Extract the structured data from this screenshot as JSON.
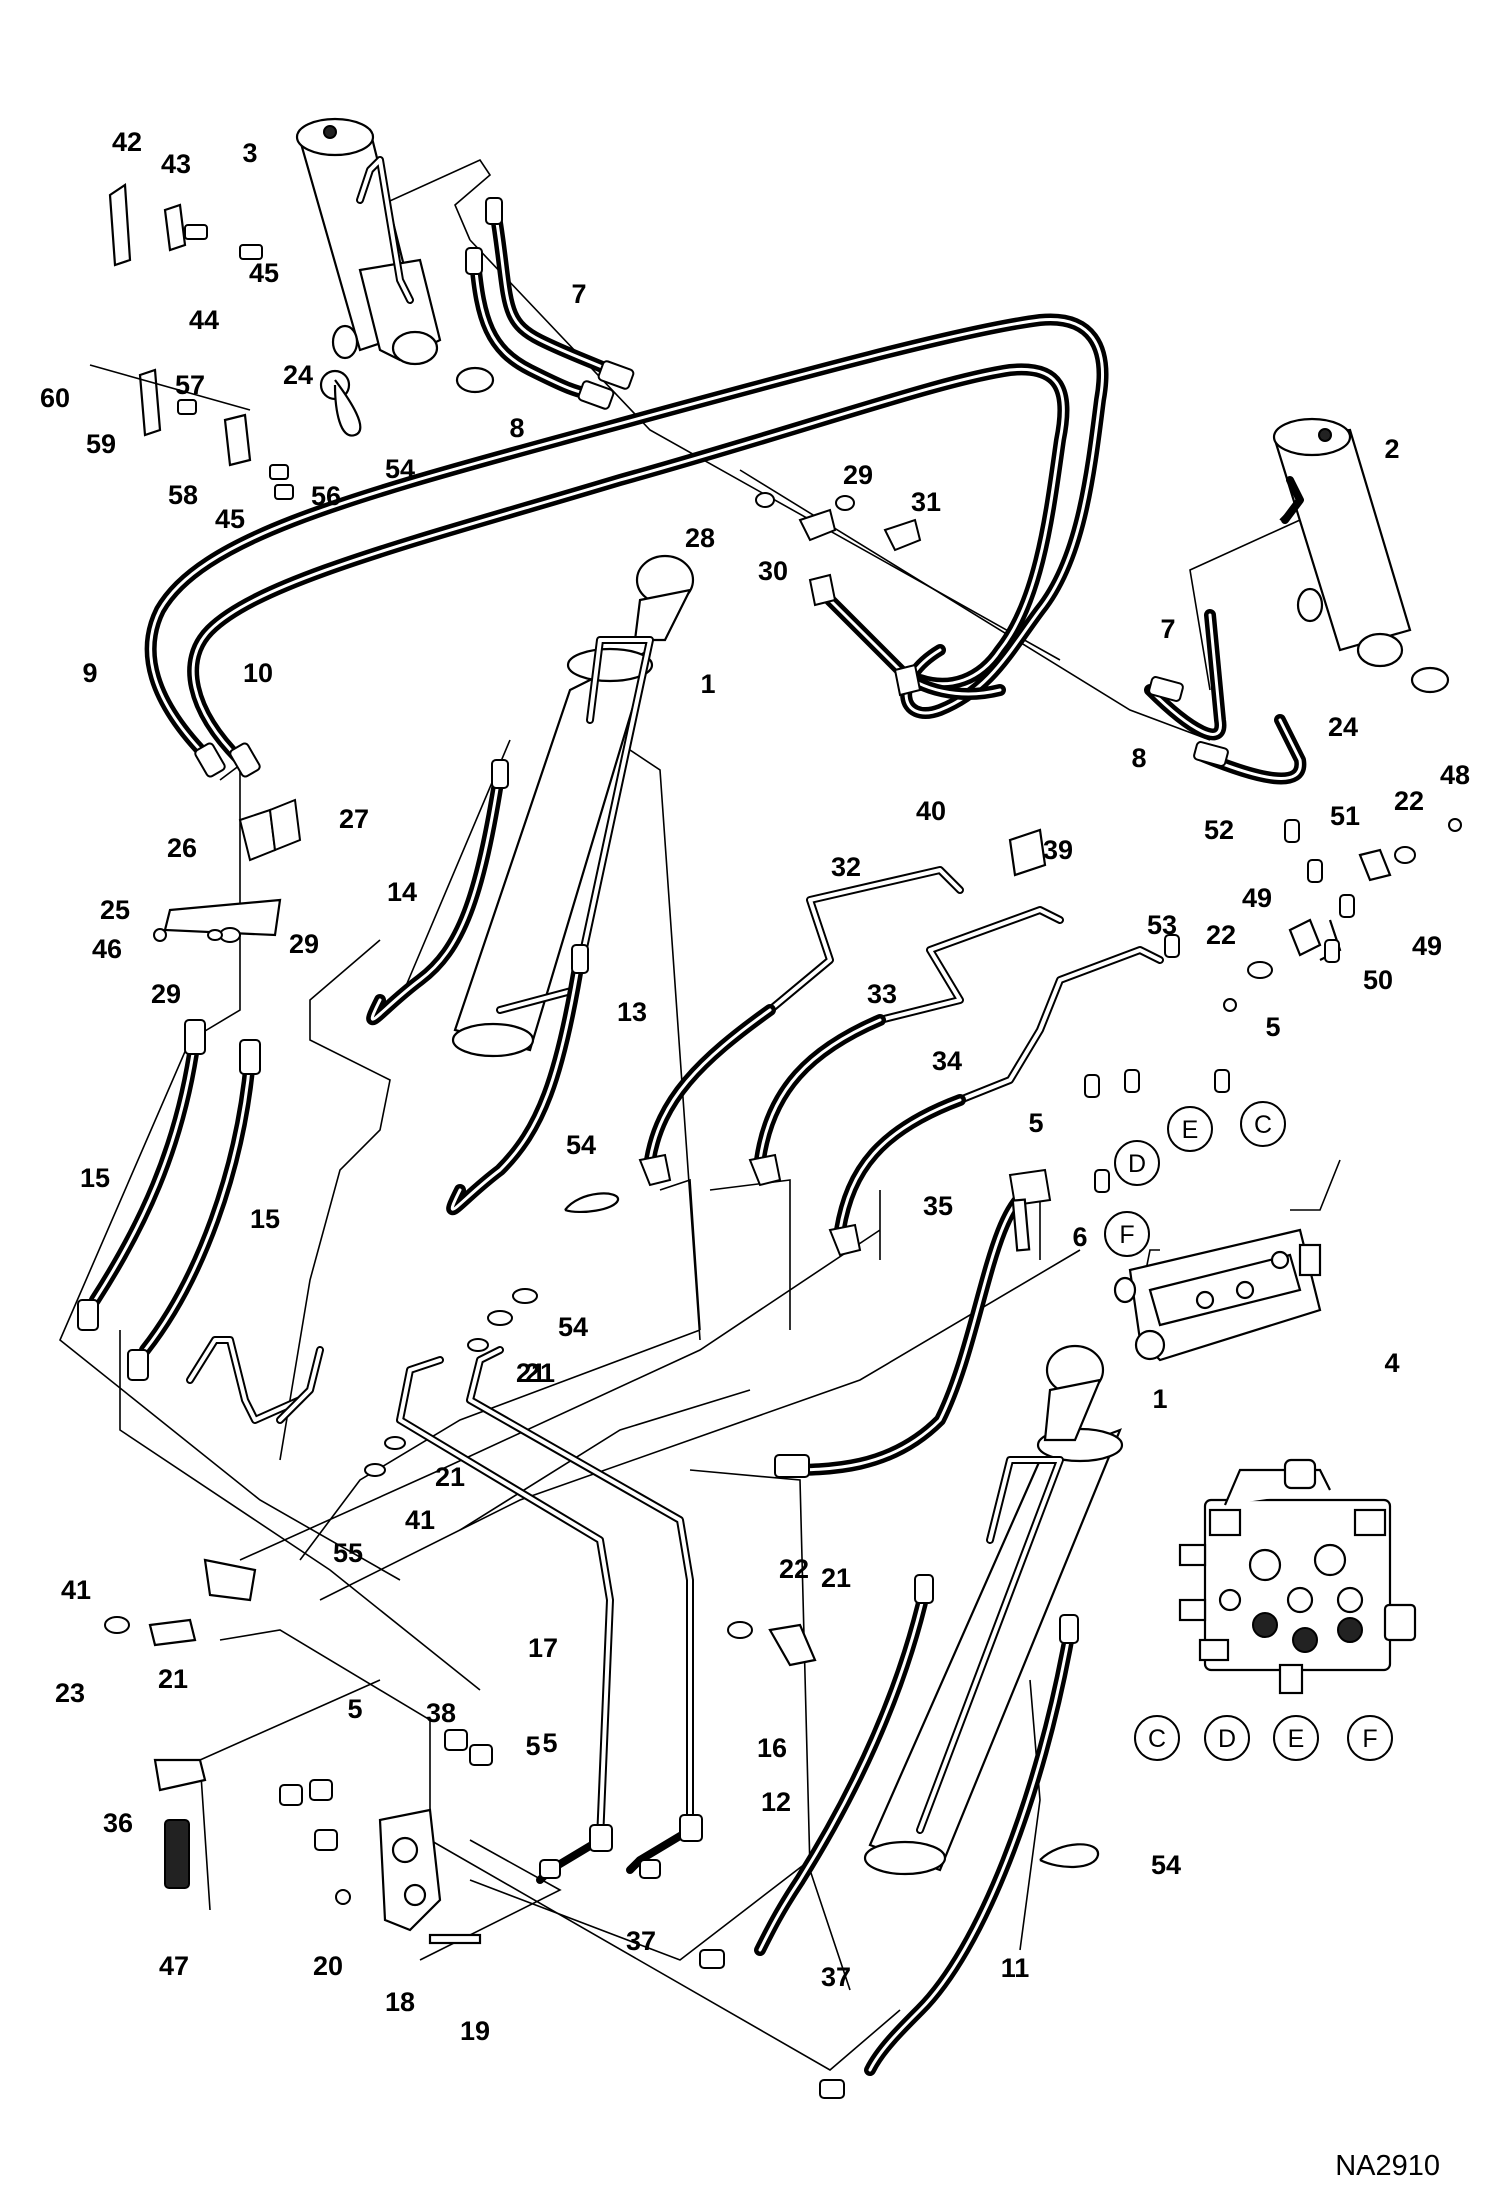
{
  "callouts": [
    "1",
    "1",
    "2",
    "3",
    "4",
    "5",
    "5",
    "5",
    "5",
    "5",
    "6",
    "7",
    "7",
    "8",
    "8",
    "9",
    "10",
    "11",
    "12",
    "13",
    "14",
    "15",
    "15",
    "16",
    "17",
    "18",
    "19",
    "20",
    "21",
    "21",
    "21",
    "21",
    "21",
    "22",
    "22",
    "22",
    "23",
    "24",
    "24",
    "25",
    "26",
    "27",
    "28",
    "29",
    "29",
    "29",
    "30",
    "31",
    "32",
    "33",
    "34",
    "35",
    "36",
    "37",
    "37",
    "38",
    "39",
    "40",
    "41",
    "41",
    "42",
    "43",
    "44",
    "45",
    "45",
    "46",
    "47",
    "48",
    "49",
    "49",
    "50",
    "51",
    "52",
    "53",
    "54",
    "54",
    "54",
    "54",
    "55",
    "56",
    "57",
    "58",
    "59",
    "60"
  ],
  "ports": [
    "C",
    "D",
    "E",
    "F",
    "C",
    "D",
    "E",
    "F"
  ],
  "drawing_code": "NA2910"
}
